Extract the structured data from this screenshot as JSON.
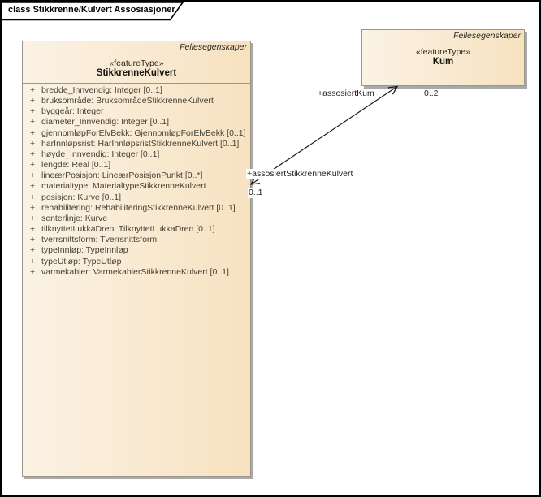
{
  "frame": {
    "title": "class Stikkrenne/Kulvert Assosiasjoner"
  },
  "classes": {
    "stikkrenne_kulvert": {
      "package": "Fellesegenskaper",
      "stereotype": "«featureType»",
      "name": "StikkrenneKulvert",
      "attributes": [
        {
          "vis": "+",
          "text": "bredde_Innvendig: Integer [0..1]"
        },
        {
          "vis": "+",
          "text": "bruksområde: BruksområdeStikkrenneKulvert"
        },
        {
          "vis": "+",
          "text": "byggeår: Integer"
        },
        {
          "vis": "+",
          "text": "diameter_Innvendig: Integer [0..1]"
        },
        {
          "vis": "+",
          "text": "gjennomløpForElvBekk: GjennomløpForElvBekk [0..1]"
        },
        {
          "vis": "+",
          "text": "harInnløpsrist: HarInnløpsristStikkrenneKulvert [0..1]"
        },
        {
          "vis": "+",
          "text": "høyde_Innvendig: Integer [0..1]"
        },
        {
          "vis": "+",
          "text": "lengde: Real [0..1]"
        },
        {
          "vis": "+",
          "text": "lineærPosisjon: LineærPosisjonPunkt [0..*]"
        },
        {
          "vis": "+",
          "text": "materialtype: MaterialtypeStikkrenneKulvert"
        },
        {
          "vis": "+",
          "text": "posisjon: Kurve [0..1]"
        },
        {
          "vis": "+",
          "text": "rehabilitering: RehabiliteringStikkrenneKulvert [0..1]"
        },
        {
          "vis": "+",
          "text": "senterlinje: Kurve"
        },
        {
          "vis": "+",
          "text": "tilknyttetLukkaDren: TilknyttetLukkaDren [0..1]"
        },
        {
          "vis": "+",
          "text": "tverrsnittsform: Tverrsnittsform"
        },
        {
          "vis": "+",
          "text": "typeInnløp: TypeInnløp"
        },
        {
          "vis": "+",
          "text": "typeUtløp: TypeUtløp"
        },
        {
          "vis": "+",
          "text": "varmekabler: VarmekablerStikkrenneKulvert [0..1]"
        }
      ]
    },
    "kum": {
      "package": "Fellesegenskaper",
      "stereotype": "«featureType»",
      "name": "Kum"
    }
  },
  "association": {
    "end_kum": {
      "role": "+assosiertKum",
      "multiplicity": "0..2"
    },
    "end_stikkrenne_kulvert": {
      "role": "+assosiertStikkrenneKulvert",
      "multiplicity": "0..1"
    }
  },
  "colors": {
    "frame-border": "#000000",
    "box-grad-start": "#fbf2e4",
    "box-grad-end": "#f7e2c0",
    "box-border": "#9c968a",
    "box-shadow": "#a9a9a9",
    "line-color": "#1a1a1a",
    "attr-text": "#43423a"
  }
}
